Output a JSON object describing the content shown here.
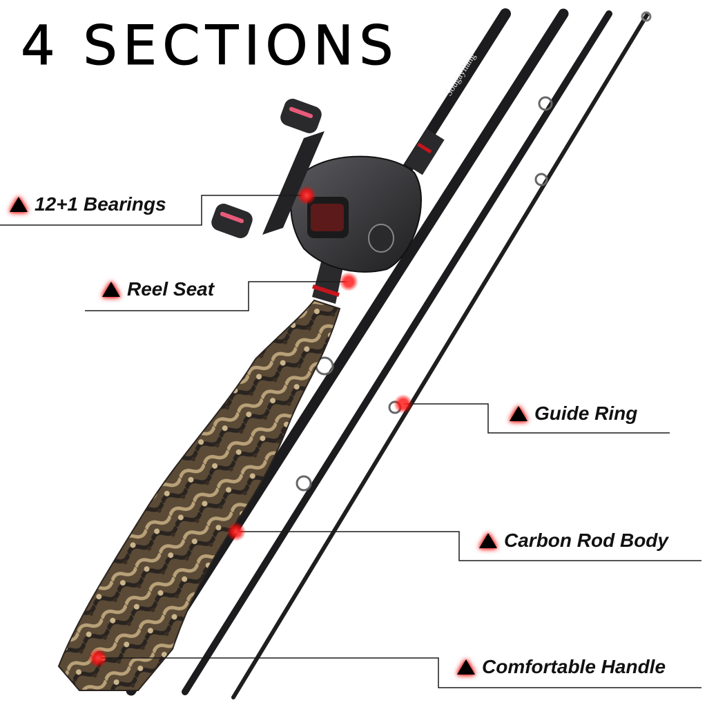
{
  "title": "4 SECTIONS",
  "reel_brand": "Sougayilang",
  "colors": {
    "accent_red": "#e3141c",
    "rod_black": "#1c1c1e",
    "reel_gray": "#3a3a3c",
    "camo_brown": "#8a6a44",
    "callout_line": "#1a1a1a"
  },
  "callouts": [
    {
      "id": "bearings",
      "text": "12+1 Bearings",
      "marker_icon": "warning-triangle-icon"
    },
    {
      "id": "reel-seat",
      "text": "Reel Seat",
      "marker_icon": "warning-triangle-icon"
    },
    {
      "id": "guide-ring",
      "text": "Guide Ring",
      "marker_icon": "warning-triangle-icon"
    },
    {
      "id": "carbon-rod-body",
      "text": "Carbon Rod Body",
      "marker_icon": "warning-triangle-icon"
    },
    {
      "id": "comfortable-handle",
      "text": "Comfortable Handle",
      "marker_icon": "warning-triangle-icon"
    }
  ]
}
